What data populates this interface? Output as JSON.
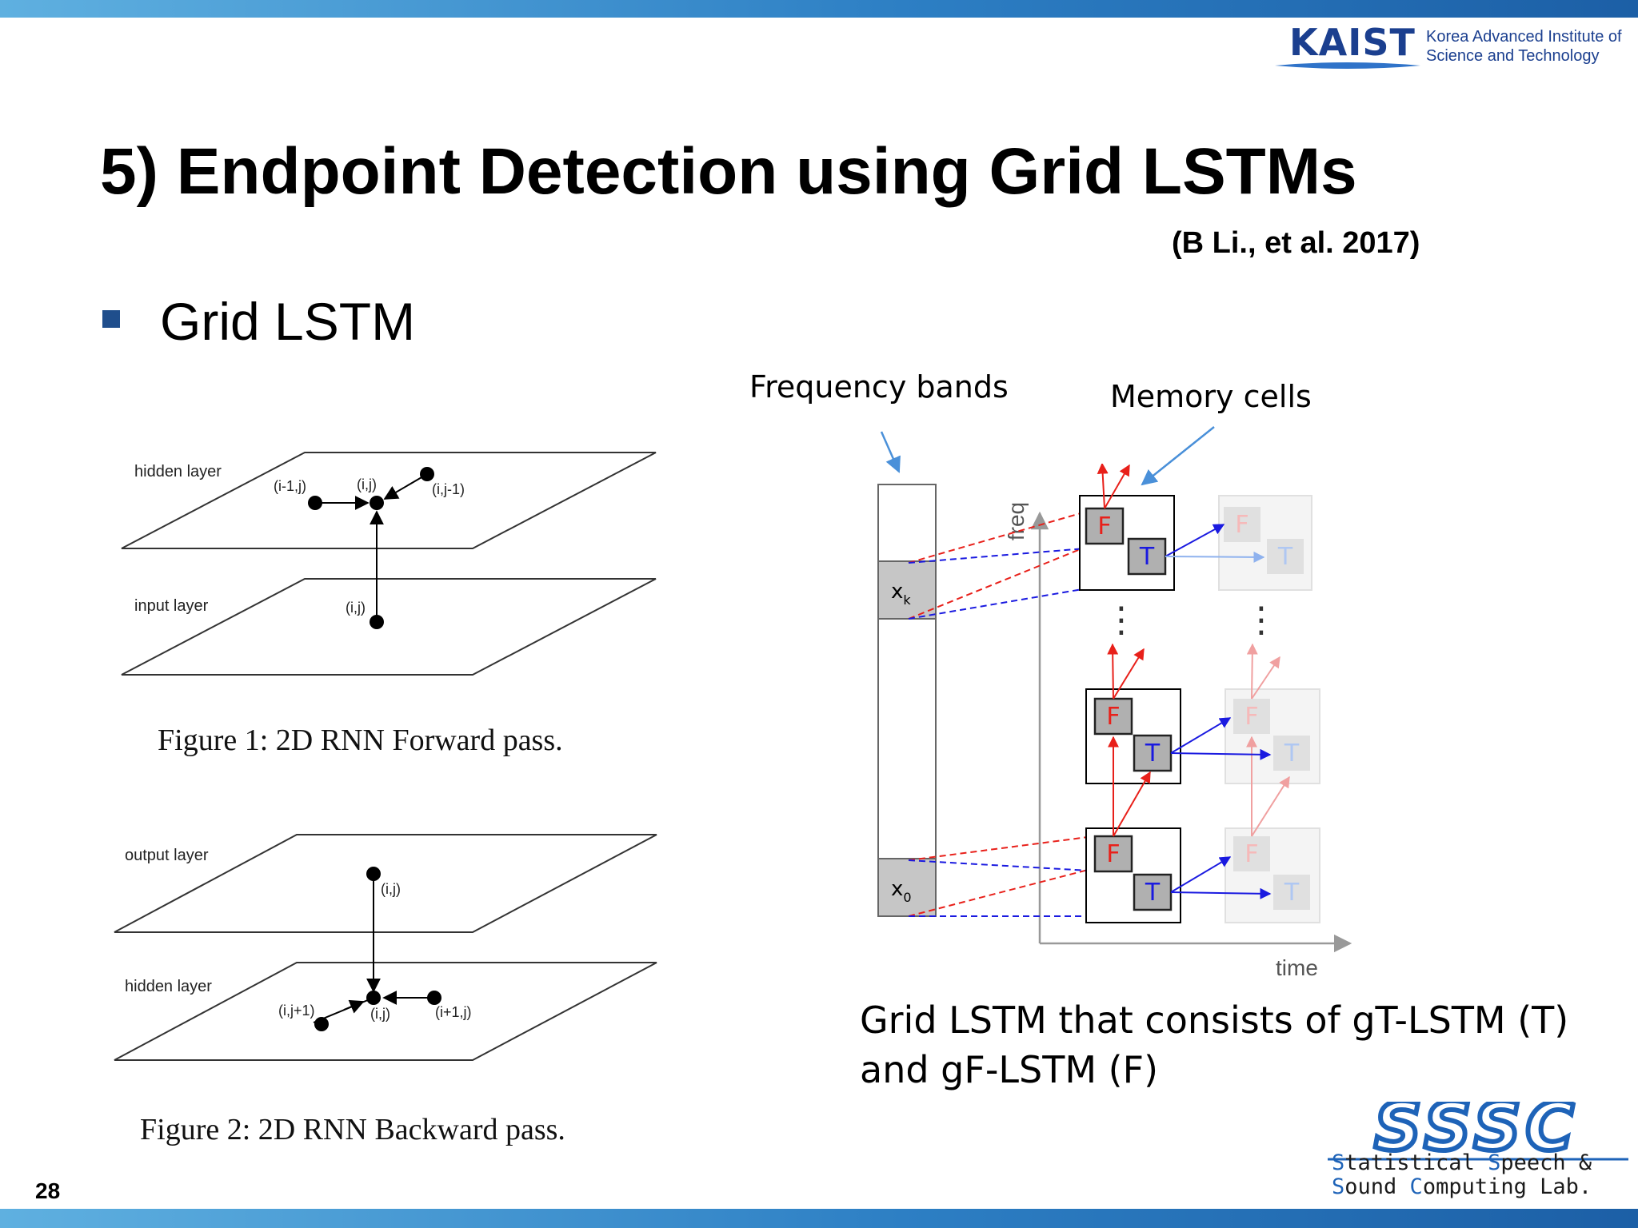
{
  "header": {
    "brand": "KAIST",
    "brand_subtitle_line1": "Korea Advanced Institute of",
    "brand_subtitle_line2": "Science and Technology"
  },
  "slide": {
    "title": "5) Endpoint Detection using Grid LSTMs",
    "citation": "(B Li., et al. 2017)",
    "bullet": "Grid LSTM",
    "page_number": "28"
  },
  "figure1": {
    "top_layer": "hidden layer",
    "bottom_layer": "input layer",
    "node_left": "(i-1,j)",
    "node_center": "(i,j)",
    "node_right": "(i,j-1)",
    "node_input": "(i,j)",
    "caption": "Figure 1: 2D RNN Forward pass."
  },
  "figure2": {
    "top_layer": "output layer",
    "bottom_layer": "hidden layer",
    "node_output": "(i,j)",
    "node_left": "(i,j+1)",
    "node_center": "(i,j)",
    "node_right": "(i+1,j)",
    "caption": "Figure 2: 2D RNN Backward pass."
  },
  "grid_diagram": {
    "annotation_frequency": "Frequency bands",
    "annotation_memory": "Memory cells",
    "axis_freq": "freq",
    "axis_time": "time",
    "band_top": "x",
    "band_top_sub": "k",
    "band_bottom": "x",
    "band_bottom_sub": "0",
    "cell_f": "F",
    "cell_t": "T",
    "ellipsis": "⋮",
    "caption_line1": "Grid LSTM that consists of gT-LSTM (T)",
    "caption_line2": "and gF-LSTM (F)",
    "colors": {
      "freq_red": "#e8201a",
      "time_blue": "#1a1ae0",
      "cell_gray": "#b0b0b0"
    }
  },
  "footer_logo": {
    "mark": "SSSC",
    "line1_a": "S",
    "line1_b": "tatistical ",
    "line1_c": "S",
    "line1_d": "peech &",
    "line2_a": "S",
    "line2_b": "ound ",
    "line2_c": "C",
    "line2_d": "omputing Lab."
  }
}
